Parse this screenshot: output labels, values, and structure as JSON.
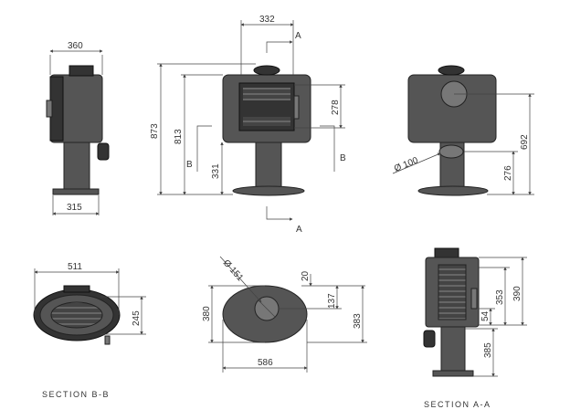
{
  "drawing": {
    "side_view": {
      "width": "360",
      "depth": "315"
    },
    "front_view": {
      "top_offset": "332",
      "total_height": "873",
      "flue_height": "813",
      "glass_height": "278",
      "base_height": "331",
      "section_a": "A",
      "section_b": "B"
    },
    "back_view": {
      "flue_diameter": "Ø 100",
      "total": "692",
      "lower": "276"
    },
    "top_view": {
      "width": "586",
      "depth": "380",
      "flue_diameter": "Ø 151",
      "offset_small": "20",
      "offset": "137",
      "total_depth": "383"
    },
    "section_bb_view": {
      "caption": "SECTION B-B",
      "width": "511",
      "depth": "245"
    },
    "section_aa_view": {
      "caption": "SECTION A-A",
      "upper": "353",
      "top": "390",
      "small": "54",
      "lower": "385"
    }
  }
}
